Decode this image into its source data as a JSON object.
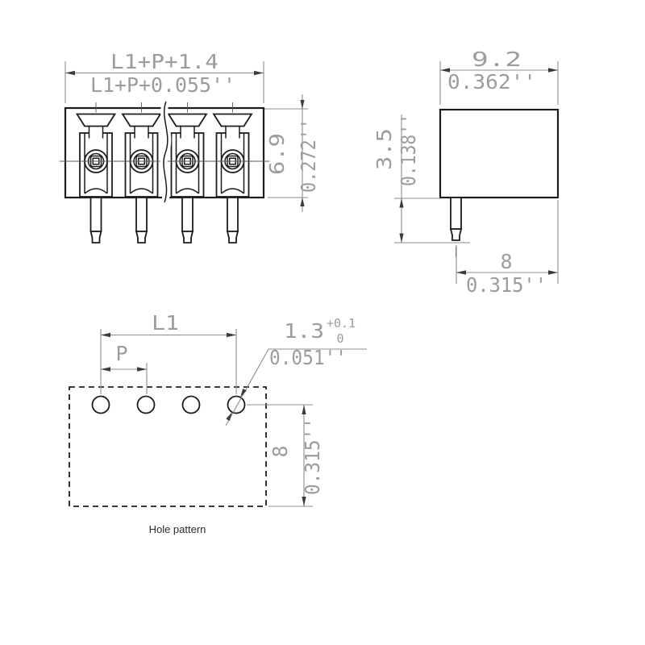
{
  "front": {
    "width_mm": "L1+P+1.4",
    "width_in": "L1+P+0.055''",
    "height_mm": "6.9",
    "height_in": "0.272''"
  },
  "side": {
    "width_mm": "9.2",
    "width_in": "0.362''",
    "pin_len_mm": "3.5",
    "pin_len_in": "0.138''",
    "pin_offset_mm": "8",
    "pin_offset_in": "0.315''"
  },
  "holes": {
    "span": "L1",
    "pitch": "P",
    "dia_mm": "1.3",
    "dia_tol_plus": "+0.1",
    "dia_tol_minus": "0",
    "dia_in": "0.051''",
    "depth_mm": "8",
    "depth_in": "0.315''",
    "caption": "Hole pattern"
  },
  "colors": {
    "object_line": "#1c1c1c",
    "dim_line": "#8c8c8c",
    "dim_text": "#9c9c9c",
    "arrow": "#3c3c3c"
  }
}
